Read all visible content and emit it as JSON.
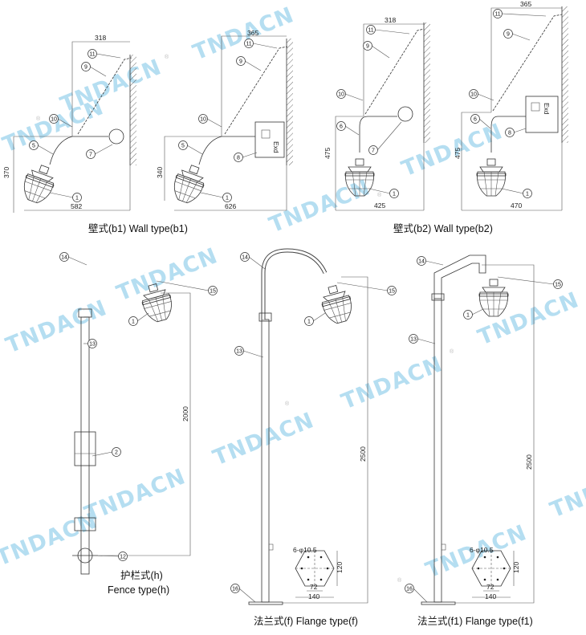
{
  "watermark": {
    "text": "TNDACN",
    "registered": "®",
    "color": "#a9d9ef"
  },
  "panels": {
    "b1_junction": {
      "dims": {
        "top": "318",
        "height": "370",
        "width": "582"
      },
      "callouts": [
        "11",
        "9",
        "10",
        "5",
        "7",
        "1"
      ]
    },
    "b1_box": {
      "dims": {
        "top": "365",
        "height": "340",
        "width": "626"
      },
      "callouts": [
        "11",
        "9",
        "10",
        "5",
        "8",
        "1"
      ],
      "box_label": "Exd"
    },
    "b2_junction": {
      "dims": {
        "top": "318",
        "height": "475",
        "width": "425"
      },
      "callouts": [
        "11",
        "9",
        "10",
        "6",
        "7",
        "1"
      ]
    },
    "b2_box": {
      "dims": {
        "top": "365",
        "height": "475",
        "width": "470"
      },
      "callouts": [
        "11",
        "9",
        "10",
        "6",
        "8",
        "1"
      ],
      "box_label": "Exd"
    },
    "fence": {
      "dims": {
        "height": "2000"
      },
      "callouts": [
        "14",
        "15",
        "1",
        "13",
        "2",
        "12"
      ]
    },
    "flange_f": {
      "dims": {
        "height": "2500"
      },
      "callouts": [
        "14",
        "15",
        "1",
        "13",
        "16"
      ],
      "flange": {
        "holes": "6-φ10.5",
        "h": "120",
        "inner": "72",
        "outer": "140"
      }
    },
    "flange_f1": {
      "dims": {
        "height": "2500"
      },
      "callouts": [
        "14",
        "15",
        "1",
        "13",
        "16"
      ],
      "flange": {
        "holes": "6-φ10.5",
        "h": "120",
        "inner": "72",
        "outer": "140"
      }
    }
  },
  "captions": {
    "b1": "壁式(b1) Wall type(b1)",
    "b2": "壁式(b2) Wall type(b2)",
    "h_cn": "护栏式(h)",
    "h_en": "Fence type(h)",
    "f": "法兰式(f) Flange type(f)",
    "f1": "法兰式(f1) Flange type(f1)"
  }
}
